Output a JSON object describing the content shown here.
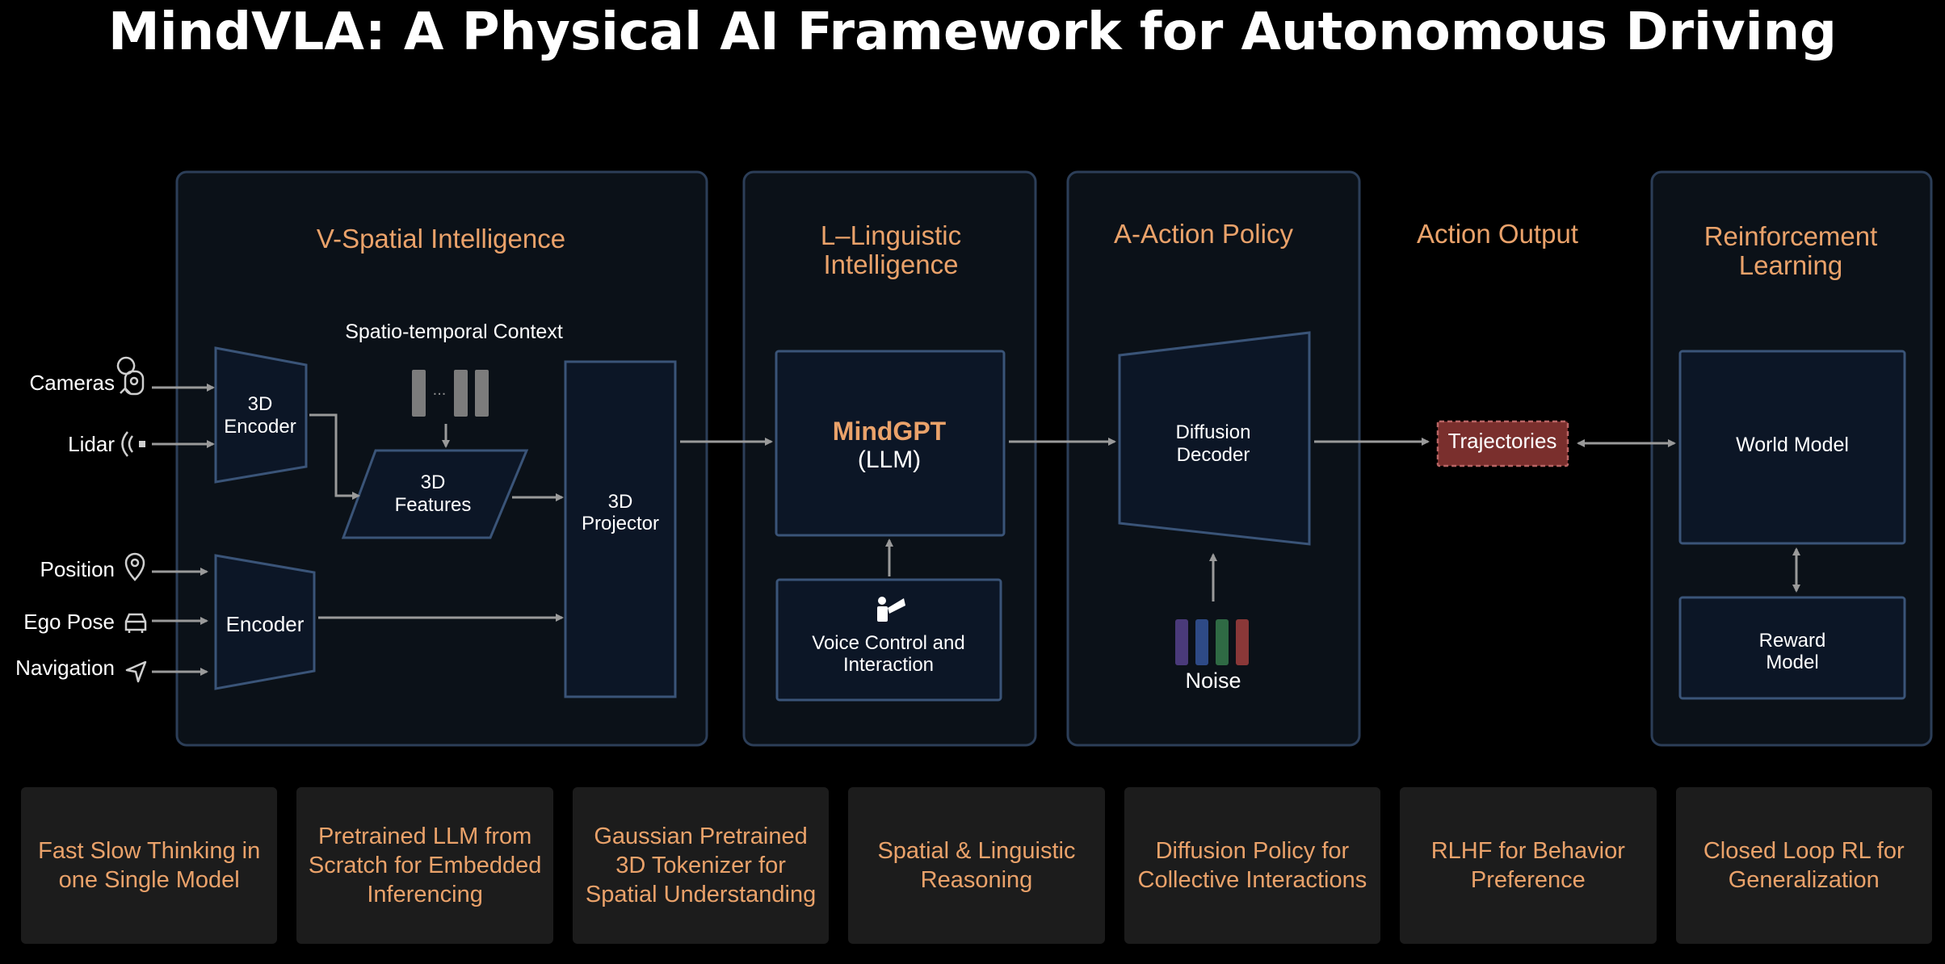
{
  "title": "MindVLA: A Physical AI Framework for Autonomous Driving",
  "sections": {
    "spatial": "V-Spatial Intelligence",
    "linguistic": [
      "L–Linguistic",
      "Intelligence"
    ],
    "action_policy": "A-Action Policy",
    "action_output": "Action Output",
    "rl": [
      "Reinforcement",
      "Learning"
    ]
  },
  "inputs": {
    "cameras": "Cameras",
    "lidar": "Lidar",
    "position": "Position",
    "ego_pose": "Ego Pose",
    "navigation": "Navigation"
  },
  "icons": {
    "cameras": "camera-icon",
    "lidar": "lidar-icon",
    "position": "location-pin-icon",
    "ego_pose": "car-icon",
    "navigation": "navigation-arrow-icon",
    "voice": "speaker-person-icon"
  },
  "blocks": {
    "context": "Spatio-temporal Context",
    "context_dots": "...",
    "encoder3d": [
      "3D",
      "Encoder"
    ],
    "features3d": [
      "3D",
      "Features"
    ],
    "projector3d": [
      "3D",
      "Projector"
    ],
    "encoder": "Encoder",
    "mindgpt": "MindGPT",
    "mindgpt_sub": "(LLM)",
    "voice": [
      "Voice Control and",
      "Interaction"
    ],
    "diffusion": [
      "Diffusion",
      "Decoder"
    ],
    "noise": "Noise",
    "trajectories": "Trajectories",
    "world_model": "World Model",
    "reward": [
      "Reward",
      "Model"
    ]
  },
  "cards": [
    "Fast Slow Thinking in one Single Model",
    "Pretrained LLM from Scratch for Embedded Inferencing",
    "Gaussian Pretrained 3D Tokenizer for Spatial Understanding",
    "Spatial & Linguistic Reasoning",
    "Diffusion Policy for Collective Interactions",
    "RLHF for Behavior Preference",
    "Closed Loop RL for Generalization"
  ],
  "colors": {
    "background": "#000000",
    "accent_text": "#eaa26a",
    "panel_fill": "#0b1118",
    "panel_border": "#2c3e58",
    "block_fill": "#0c1626",
    "block_border": "#3a5478",
    "trajectories_fill": "#7a2f2d",
    "card_fill": "#1c1c1c",
    "noise_bars": [
      "#4a3a7a",
      "#2e4a86",
      "#2f6a44",
      "#8a3838"
    ]
  }
}
